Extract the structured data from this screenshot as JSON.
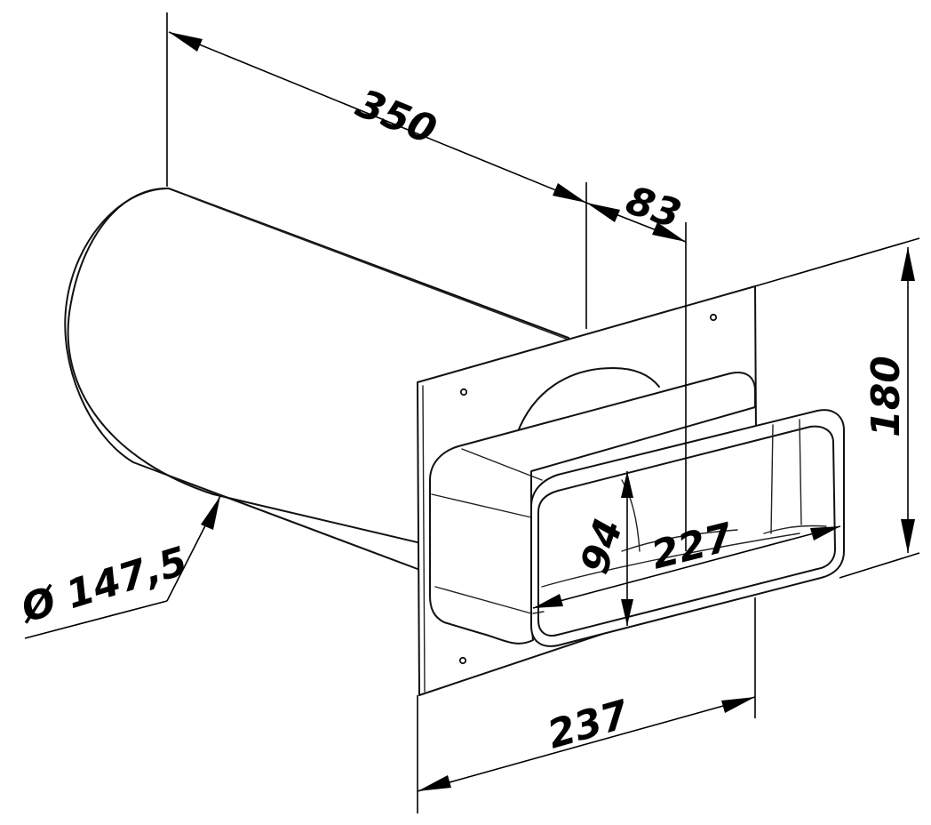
{
  "dimensions": {
    "length_total": "350",
    "flange_offset": "83",
    "height": "180",
    "diameter": "Ø 147,5",
    "rect_height": "94",
    "rect_width": "227",
    "flange_width": "237"
  }
}
